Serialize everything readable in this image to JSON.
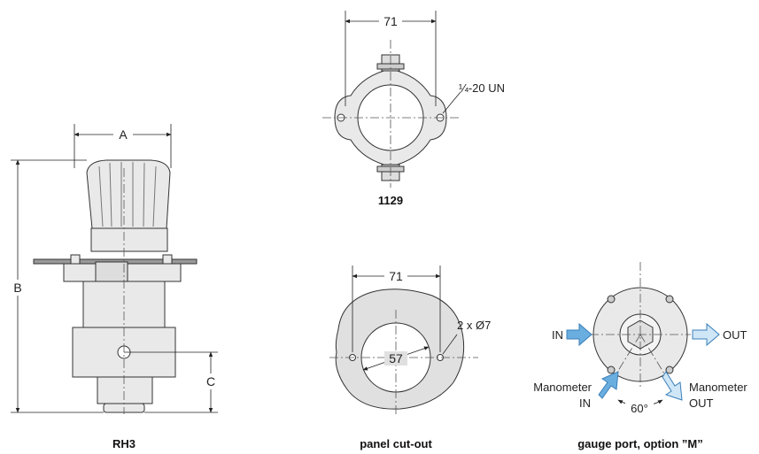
{
  "rh3": {
    "caption": "RH3",
    "dim_a": "A",
    "dim_b": "B",
    "dim_c": "C"
  },
  "clamp_1129": {
    "caption": "1129",
    "dim_width": "71",
    "thread_label": "¼-20 UN"
  },
  "panel_cutout": {
    "caption": "panel cut-out",
    "dim_width": "71",
    "dim_inner": "57",
    "holes_label": "2 x Ø7"
  },
  "gauge_port": {
    "caption": "gauge port, option ”M”",
    "in_label": "IN",
    "out_label": "OUT",
    "manometer_in_line1": "Manometer",
    "manometer_in_line2": "IN",
    "manometer_out_line1": "Manometer",
    "manometer_out_line2": "OUT",
    "angle_label": "60°"
  },
  "colors": {
    "part_fill": "#e9e9e9",
    "part_stroke": "#333333",
    "arrow_blue": "#6aaee0",
    "arrow_light": "#cfe6f7"
  }
}
